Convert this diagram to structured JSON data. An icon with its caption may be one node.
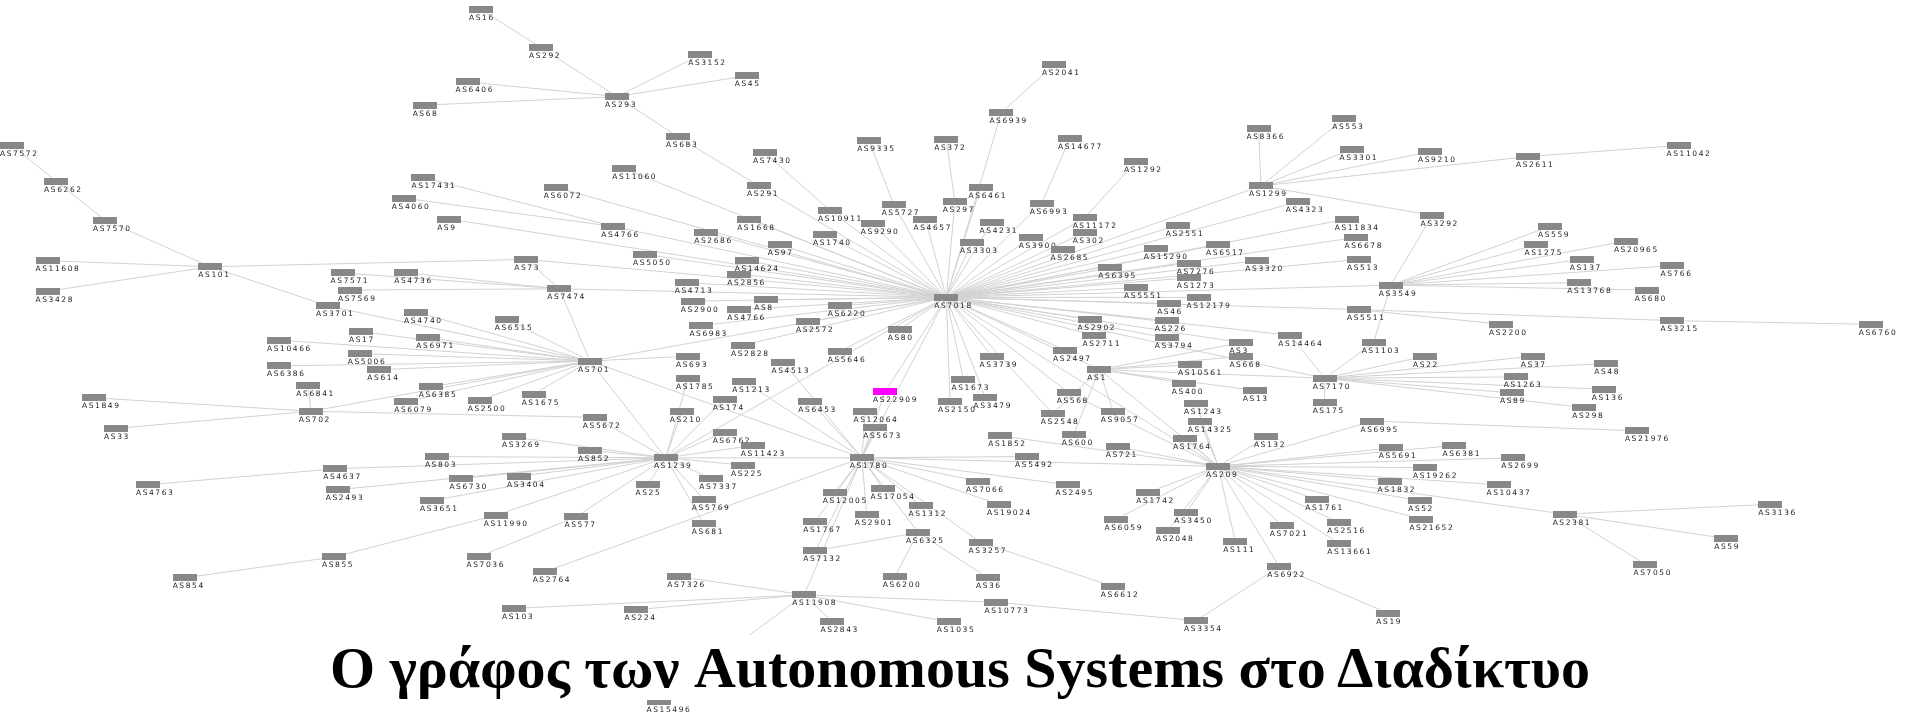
{
  "diagram": {
    "title": "Ο γράφος των Autonomous Systems στο Διαδίκτυο",
    "nodes": [
      {
        "text": [
          "AS7018"
        ]
      },
      {
        "text": [
          "AS16"
        ]
      },
      {
        "text": [
          "AS292"
        ]
      },
      {
        "text": [
          "AS3152"
        ]
      },
      {
        "text": [
          "AS6406"
        ]
      },
      {
        "text": [
          "AS45"
        ]
      },
      {
        "text": [
          "AS68"
        ]
      },
      {
        "text": [
          "AS293"
        ]
      },
      {
        "text": [
          "AS2041"
        ]
      },
      {
        "text": [
          "AS6939"
        ]
      },
      {
        "text": [
          "AS683"
        ]
      },
      {
        "text": [
          "AS7430"
        ]
      },
      {
        "text": [
          "AS9335"
        ]
      },
      {
        "text": [
          "AS372"
        ]
      },
      {
        "text": [
          "AS14677"
        ]
      },
      {
        "text": [
          "AS1292"
        ]
      },
      {
        "text": [
          "AS8366"
        ]
      },
      {
        "text": [
          "AS553"
        ]
      },
      {
        "text": [
          "AS3301"
        ]
      },
      {
        "text": [
          "AS9210"
        ]
      },
      {
        "text": [
          "AS2611"
        ]
      },
      {
        "text": [
          "AS11042"
        ]
      },
      {
        "text": [
          "AS7572"
        ]
      },
      {
        "text": [
          "AS6262"
        ]
      },
      {
        "text": [
          "AS7570"
        ]
      },
      {
        "text": [
          "AS11608"
        ]
      },
      {
        "text": [
          "AS3428"
        ]
      },
      {
        "text": [
          "AS101"
        ]
      },
      {
        "text": [
          "AS17431"
        ]
      },
      {
        "text": [
          "AS4060"
        ]
      },
      {
        "text": [
          "AS9"
        ]
      },
      {
        "text": [
          "AS6072"
        ]
      },
      {
        "text": [
          "AS11060"
        ]
      },
      {
        "text": [
          "AS4766"
        ]
      },
      {
        "text": [
          "AS291"
        ]
      },
      {
        "text": [
          "AS1668"
        ]
      },
      {
        "text": [
          "AS2686"
        ]
      },
      {
        "text": [
          "AS10911"
        ]
      },
      {
        "text": [
          "AS5727"
        ]
      },
      {
        "text": [
          "AS9290"
        ]
      },
      {
        "text": [
          "AS4657"
        ]
      },
      {
        "text": [
          "AS297"
        ]
      },
      {
        "text": [
          "AS6461"
        ]
      },
      {
        "text": [
          "AS4231"
        ]
      },
      {
        "text": [
          "AS6993"
        ]
      },
      {
        "text": [
          "AS11172"
        ]
      },
      {
        "text": [
          "AS302"
        ]
      },
      {
        "text": [
          "AS3900"
        ]
      },
      {
        "text": [
          "AS3303"
        ]
      },
      {
        "text": [
          "AS1740"
        ]
      },
      {
        "text": [
          "AS97"
        ]
      },
      {
        "text": [
          "AS5050"
        ]
      },
      {
        "text": [
          "AS14624"
        ]
      },
      {
        "text": [
          "AS2856"
        ]
      },
      {
        "text": [
          "AS2685"
        ]
      },
      {
        "text": [
          "AS2551"
        ]
      },
      {
        "text": [
          "AS6517"
        ]
      },
      {
        "text": [
          "AS15290"
        ]
      },
      {
        "text": [
          "AS6395"
        ]
      },
      {
        "text": [
          "AS7276"
        ]
      },
      {
        "text": [
          "AS1273"
        ]
      },
      {
        "text": [
          "AS5551"
        ]
      },
      {
        "text": [
          "AS12179"
        ]
      },
      {
        "text": [
          "AS3320"
        ]
      },
      {
        "text": [
          "AS1299"
        ]
      },
      {
        "text": [
          "AS4323"
        ]
      },
      {
        "text": [
          "AS11834"
        ]
      },
      {
        "text": [
          "AS6678"
        ]
      },
      {
        "text": [
          "AS3292"
        ]
      },
      {
        "text": [
          "AS513"
        ]
      },
      {
        "text": [
          "AS559"
        ]
      },
      {
        "text": [
          "AS1275"
        ]
      },
      {
        "text": [
          "AS20965"
        ]
      },
      {
        "text": [
          "AS137"
        ]
      },
      {
        "text": [
          "AS766"
        ]
      },
      {
        "text": [
          "AS13768"
        ]
      },
      {
        "text": [
          "AS680"
        ]
      },
      {
        "text": [
          "AS3549"
        ]
      },
      {
        "text": [
          "AS5511"
        ]
      },
      {
        "text": [
          "AS2200"
        ]
      },
      {
        "text": [
          "AS3215"
        ]
      },
      {
        "text": [
          "AS6760"
        ]
      },
      {
        "text": [
          "AS1103"
        ]
      },
      {
        "text": [
          "AS14464"
        ]
      },
      {
        "text": [
          "AS73"
        ]
      },
      {
        "text": [
          "AS7474"
        ]
      },
      {
        "text": [
          "AS7571"
        ]
      },
      {
        "text": [
          "AS4736"
        ]
      },
      {
        "text": [
          "AS7569"
        ]
      },
      {
        "text": [
          "AS3701"
        ]
      },
      {
        "text": [
          "AS4740"
        ]
      },
      {
        "text": [
          "AS6515"
        ]
      },
      {
        "text": [
          "AS17"
        ]
      },
      {
        "text": [
          "AS6971"
        ]
      },
      {
        "text": [
          "AS10466"
        ]
      },
      {
        "text": [
          "AS5006"
        ]
      },
      {
        "text": [
          "AS6386"
        ]
      },
      {
        "text": [
          "AS614"
        ]
      },
      {
        "text": [
          "AS6841"
        ]
      },
      {
        "text": [
          "AS6385"
        ]
      },
      {
        "text": [
          "AS6079"
        ]
      },
      {
        "text": [
          "AS2500"
        ]
      },
      {
        "text": [
          "AS1675"
        ]
      },
      {
        "text": [
          "AS701"
        ]
      },
      {
        "text": [
          "AS1849"
        ]
      },
      {
        "text": [
          "AS702"
        ]
      },
      {
        "text": [
          "AS33"
        ]
      },
      {
        "text": [
          "AS5672"
        ]
      },
      {
        "text": [
          "AS3269"
        ]
      },
      {
        "text": [
          "AS803"
        ]
      },
      {
        "text": [
          "AS852"
        ]
      },
      {
        "text": [
          "AS4637"
        ]
      },
      {
        "text": [
          "AS4763"
        ]
      },
      {
        "text": [
          "AS6730"
        ]
      },
      {
        "text": [
          "AS3404"
        ]
      },
      {
        "text": [
          "AS2493"
        ]
      },
      {
        "text": [
          "AS3651"
        ]
      },
      {
        "text": [
          "AS11990"
        ]
      },
      {
        "text": [
          "AS577"
        ]
      },
      {
        "text": [
          "AS855"
        ]
      },
      {
        "text": [
          "AS854"
        ]
      },
      {
        "text": [
          "AS7036"
        ]
      },
      {
        "text": [
          "AS2764"
        ]
      },
      {
        "text": [
          "AS103"
        ]
      },
      {
        "text": [
          "AS4713"
        ]
      },
      {
        "text": [
          "AS2900"
        ]
      },
      {
        "text": [
          "AS8"
        ]
      },
      {
        "text": [
          "AS4766"
        ]
      },
      {
        "text": [
          "AS6220"
        ]
      },
      {
        "text": [
          "AS6983"
        ]
      },
      {
        "text": [
          "AS2572"
        ]
      },
      {
        "text": [
          "AS80"
        ]
      },
      {
        "text": [
          "AS2828"
        ]
      },
      {
        "text": [
          "AS5646"
        ]
      },
      {
        "text": [
          "AS693"
        ]
      },
      {
        "text": [
          "AS4513"
        ]
      },
      {
        "text": [
          "AS1785"
        ]
      },
      {
        "text": [
          "AS1213"
        ]
      },
      {
        "text": [
          "AS22909"
        ]
      },
      {
        "text": [
          "AS174"
        ]
      },
      {
        "text": [
          "AS6453"
        ]
      },
      {
        "text": [
          "AS12064"
        ]
      },
      {
        "text": [
          "AS210"
        ]
      },
      {
        "text": [
          "AS5673"
        ]
      },
      {
        "text": [
          "AS6762"
        ]
      },
      {
        "text": [
          "AS11423"
        ]
      },
      {
        "text": [
          "AS1239"
        ]
      },
      {
        "text": [
          "AS225"
        ]
      },
      {
        "text": [
          "AS25"
        ]
      },
      {
        "text": [
          "AS7337"
        ]
      },
      {
        "text": [
          "AS5769"
        ]
      },
      {
        "text": [
          "AS681"
        ]
      },
      {
        "text": [
          "AS1780"
        ]
      },
      {
        "text": [
          "AS12005"
        ]
      },
      {
        "text": [
          "AS17054"
        ]
      },
      {
        "text": [
          "AS1312"
        ]
      },
      {
        "text": [
          "AS2901"
        ]
      },
      {
        "text": [
          "AS1767"
        ]
      },
      {
        "text": [
          "AS7132"
        ]
      },
      {
        "text": [
          "AS6325"
        ]
      },
      {
        "text": [
          "AS3257"
        ]
      },
      {
        "text": [
          "AS7326"
        ]
      },
      {
        "text": [
          "AS6200"
        ]
      },
      {
        "text": [
          "AS36"
        ]
      },
      {
        "text": [
          "AS11908"
        ]
      },
      {
        "text": [
          "AS224"
        ]
      },
      {
        "text": [
          "AS2843"
        ]
      },
      {
        "text": [
          "AS1035"
        ]
      },
      {
        "text": [
          "AS10773"
        ]
      },
      {
        "text": [
          "AS6612"
        ]
      },
      {
        "text": [
          "AS3354"
        ]
      },
      {
        "text": [
          "AS15496"
        ]
      },
      {
        "text": [
          "AS19024"
        ]
      },
      {
        "text": [
          "AS9057"
        ]
      },
      {
        "text": [
          "AS3739"
        ]
      },
      {
        "text": [
          "AS1673"
        ]
      },
      {
        "text": [
          "AS3479"
        ]
      },
      {
        "text": [
          "AS2150"
        ]
      },
      {
        "text": [
          "AS568"
        ]
      },
      {
        "text": [
          "AS2548"
        ]
      },
      {
        "text": [
          "AS1852"
        ]
      },
      {
        "text": [
          "AS600"
        ]
      },
      {
        "text": [
          "AS5492"
        ]
      },
      {
        "text": [
          "AS7066"
        ]
      },
      {
        "text": [
          "AS2495"
        ]
      },
      {
        "text": [
          "AS721"
        ]
      },
      {
        "text": [
          "AS1"
        ]
      },
      {
        "text": [
          "AS2902"
        ]
      },
      {
        "text": [
          "AS2711"
        ]
      },
      {
        "text": [
          "AS2497"
        ]
      },
      {
        "text": [
          "AS46"
        ]
      },
      {
        "text": [
          "AS226"
        ]
      },
      {
        "text": [
          "AS3794"
        ]
      },
      {
        "text": [
          "AS3"
        ]
      },
      {
        "text": [
          "AS668"
        ]
      },
      {
        "text": [
          "AS10561"
        ]
      },
      {
        "text": [
          "AS400"
        ]
      },
      {
        "text": [
          "AS13"
        ]
      },
      {
        "text": [
          "AS1243"
        ]
      },
      {
        "text": [
          "AS14325"
        ]
      },
      {
        "text": [
          "AS1764"
        ]
      },
      {
        "text": [
          "AS132"
        ]
      },
      {
        "text": [
          "AS209"
        ]
      },
      {
        "text": [
          "AS1742"
        ]
      },
      {
        "text": [
          "AS6059"
        ]
      },
      {
        "text": [
          "AS3450"
        ]
      },
      {
        "text": [
          "AS2048"
        ]
      },
      {
        "text": [
          "AS111"
        ]
      },
      {
        "text": [
          "AS7021"
        ]
      },
      {
        "text": [
          "AS6922"
        ]
      },
      {
        "text": [
          "AS19"
        ]
      },
      {
        "text": [
          "AS22"
        ]
      },
      {
        "text": [
          "AS37"
        ]
      },
      {
        "text": [
          "AS48"
        ]
      },
      {
        "text": [
          "AS1263"
        ]
      },
      {
        "text": [
          "AS136"
        ]
      },
      {
        "text": [
          "AS89"
        ]
      },
      {
        "text": [
          "AS298"
        ]
      },
      {
        "text": [
          "AS7170"
        ]
      },
      {
        "text": [
          "AS175"
        ]
      },
      {
        "text": [
          "AS6995"
        ]
      },
      {
        "text": [
          "AS21976"
        ]
      },
      {
        "text": [
          "AS5691"
        ]
      },
      {
        "text": [
          "AS6381"
        ]
      },
      {
        "text": [
          "AS2699"
        ]
      },
      {
        "text": [
          "AS19262"
        ]
      },
      {
        "text": [
          "AS1832"
        ]
      },
      {
        "text": [
          "AS10437"
        ]
      },
      {
        "text": [
          "AS1761"
        ]
      },
      {
        "text": [
          "AS52"
        ]
      },
      {
        "text": [
          "AS2516"
        ]
      },
      {
        "text": [
          "AS21652"
        ]
      },
      {
        "text": [
          "AS13661"
        ]
      },
      {
        "text": [
          "AS2381"
        ]
      },
      {
        "text": [
          "AS3136"
        ]
      },
      {
        "text": [
          "AS59"
        ]
      },
      {
        "text": [
          "AS7050"
        ]
      }
    ],
    "edges": [
      {
        "from": 0,
        "to": 34,
        "arrow": "none"
      },
      {
        "from": 0,
        "to": 35,
        "arrow": "none"
      },
      {
        "from": 0,
        "to": 36,
        "arrow": "none"
      },
      {
        "from": 0,
        "to": 37,
        "arrow": "none"
      },
      {
        "from": 0,
        "to": 38,
        "arrow": "none"
      },
      {
        "from": 0,
        "to": 39,
        "arrow": "none"
      },
      {
        "from": 0,
        "to": 40,
        "arrow": "none"
      },
      {
        "from": 0,
        "to": 41,
        "arrow": "none"
      },
      {
        "from": 0,
        "to": 42,
        "arrow": "none"
      },
      {
        "from": 0,
        "to": 43,
        "arrow": "none"
      },
      {
        "from": 0,
        "to": 44,
        "arrow": "none"
      },
      {
        "from": 0,
        "to": 45,
        "arrow": "none"
      },
      {
        "from": 0,
        "to": 46,
        "arrow": "none"
      },
      {
        "from": 0,
        "to": 47,
        "arrow": "none"
      },
      {
        "from": 0,
        "to": 48,
        "arrow": "none"
      },
      {
        "from": 0,
        "to": 49,
        "arrow": "none"
      },
      {
        "from": 0,
        "to": 50,
        "arrow": "none"
      },
      {
        "from": 0,
        "to": 51,
        "arrow": "none"
      },
      {
        "from": 0,
        "to": 52,
        "arrow": "none"
      },
      {
        "from": 0,
        "to": 53,
        "arrow": "none"
      },
      {
        "from": 0,
        "to": 54,
        "arrow": "none"
      },
      {
        "from": 0,
        "to": 55,
        "arrow": "none"
      },
      {
        "from": 0,
        "to": 56,
        "arrow": "none"
      },
      {
        "from": 0,
        "to": 57,
        "arrow": "none"
      },
      {
        "from": 0,
        "to": 58,
        "arrow": "none"
      },
      {
        "from": 0,
        "to": 59,
        "arrow": "none"
      },
      {
        "from": 0,
        "to": 60,
        "arrow": "none"
      },
      {
        "from": 0,
        "to": 61,
        "arrow": "none"
      },
      {
        "from": 0,
        "to": 62,
        "arrow": "none"
      },
      {
        "from": 0,
        "to": 63,
        "arrow": "none"
      },
      {
        "from": 0,
        "to": 64,
        "arrow": "none"
      },
      {
        "from": 0,
        "to": 65,
        "arrow": "none"
      },
      {
        "from": 0,
        "to": 66,
        "arrow": "none"
      },
      {
        "from": 0,
        "to": 67,
        "arrow": "none"
      },
      {
        "from": 0,
        "to": 69,
        "arrow": "none"
      },
      {
        "from": 0,
        "to": 77,
        "arrow": "none"
      },
      {
        "from": 0,
        "to": 78,
        "arrow": "none"
      },
      {
        "from": 0,
        "to": 30,
        "arrow": "none"
      },
      {
        "from": 0,
        "to": 31,
        "arrow": "none"
      },
      {
        "from": 0,
        "to": 32,
        "arrow": "none"
      },
      {
        "from": 0,
        "to": 33,
        "arrow": "none"
      },
      {
        "from": 0,
        "to": 84,
        "arrow": "none"
      },
      {
        "from": 0,
        "to": 85,
        "arrow": "none"
      },
      {
        "from": 0,
        "to": 124,
        "arrow": "none"
      },
      {
        "from": 0,
        "to": 125,
        "arrow": "none"
      },
      {
        "from": 0,
        "to": 126,
        "arrow": "none"
      },
      {
        "from": 0,
        "to": 127,
        "arrow": "none"
      },
      {
        "from": 0,
        "to": 128,
        "arrow": "none"
      },
      {
        "from": 0,
        "to": 129,
        "arrow": "none"
      },
      {
        "from": 0,
        "to": 130,
        "arrow": "none"
      },
      {
        "from": 0,
        "to": 131,
        "arrow": "none"
      },
      {
        "from": 0,
        "to": 132,
        "arrow": "none"
      },
      {
        "from": 0,
        "to": 133,
        "arrow": "none"
      },
      {
        "from": 0,
        "to": 138,
        "arrow": "none"
      },
      {
        "from": 0,
        "to": 174,
        "arrow": "none"
      },
      {
        "from": 0,
        "to": 175,
        "arrow": "none"
      },
      {
        "from": 0,
        "to": 176,
        "arrow": "none"
      },
      {
        "from": 0,
        "to": 177,
        "arrow": "none"
      },
      {
        "from": 0,
        "to": 178,
        "arrow": "none"
      },
      {
        "from": 0,
        "to": 179,
        "arrow": "none"
      },
      {
        "from": 0,
        "to": 152,
        "arrow": "none"
      },
      {
        "from": 0,
        "to": 146,
        "arrow": "none"
      },
      {
        "from": 0,
        "to": 103,
        "arrow": "none"
      },
      {
        "from": 0,
        "to": 187,
        "arrow": "none"
      },
      {
        "from": 0,
        "to": 188,
        "arrow": "none"
      },
      {
        "from": 0,
        "to": 189,
        "arrow": "none"
      },
      {
        "from": 0,
        "to": 190,
        "arrow": "none"
      },
      {
        "from": 0,
        "to": 191,
        "arrow": "none"
      },
      {
        "from": 0,
        "to": 192,
        "arrow": "none"
      },
      {
        "from": 0,
        "to": 186,
        "arrow": "none"
      },
      {
        "from": 0,
        "to": 193,
        "arrow": "none"
      },
      {
        "from": 0,
        "to": 83,
        "arrow": "none"
      },
      {
        "from": 0,
        "to": 202,
        "arrow": "none"
      },
      {
        "from": 0,
        "to": 218,
        "arrow": "none"
      },
      {
        "from": 0,
        "to": 9,
        "arrow": "none"
      },
      {
        "from": 9,
        "to": 8,
        "arrow": "none"
      },
      {
        "from": 12,
        "to": 38,
        "arrow": "none"
      },
      {
        "from": 13,
        "to": 41,
        "arrow": "none"
      },
      {
        "from": 14,
        "to": 44,
        "arrow": "none"
      },
      {
        "from": 15,
        "to": 45,
        "arrow": "none"
      },
      {
        "from": 11,
        "to": 37,
        "arrow": "none"
      },
      {
        "from": 7,
        "to": 10,
        "arrow": "none"
      },
      {
        "from": 10,
        "to": 34,
        "arrow": "none"
      },
      {
        "from": 2,
        "to": 1,
        "arrow": "none"
      },
      {
        "from": 7,
        "to": 2,
        "arrow": "none"
      },
      {
        "from": 7,
        "to": 3,
        "arrow": "none"
      },
      {
        "from": 7,
        "to": 5,
        "arrow": "none"
      },
      {
        "from": 7,
        "to": 4,
        "arrow": "none"
      },
      {
        "from": 7,
        "to": 6,
        "arrow": "none"
      },
      {
        "from": 28,
        "to": 33,
        "arrow": "none"
      },
      {
        "from": 29,
        "to": 33,
        "arrow": "none"
      },
      {
        "from": 64,
        "to": 16,
        "arrow": "none"
      },
      {
        "from": 64,
        "to": 17,
        "arrow": "none"
      },
      {
        "from": 64,
        "to": 18,
        "arrow": "none"
      },
      {
        "from": 64,
        "to": 19,
        "arrow": "none"
      },
      {
        "from": 64,
        "to": 20,
        "arrow": "none"
      },
      {
        "from": 64,
        "to": 68,
        "arrow": "none"
      },
      {
        "from": 20,
        "to": 21,
        "arrow": "none"
      },
      {
        "from": 68,
        "to": 77,
        "arrow": "none"
      },
      {
        "from": 77,
        "to": 70,
        "arrow": "none"
      },
      {
        "from": 77,
        "to": 71,
        "arrow": "none"
      },
      {
        "from": 77,
        "to": 72,
        "arrow": "none"
      },
      {
        "from": 77,
        "to": 73,
        "arrow": "none"
      },
      {
        "from": 77,
        "to": 74,
        "arrow": "none"
      },
      {
        "from": 77,
        "to": 75,
        "arrow": "none"
      },
      {
        "from": 77,
        "to": 76,
        "arrow": "none"
      },
      {
        "from": 77,
        "to": 82,
        "arrow": "none"
      },
      {
        "from": 78,
        "to": 79,
        "arrow": "none"
      },
      {
        "from": 78,
        "to": 80,
        "arrow": "none"
      },
      {
        "from": 80,
        "to": 81,
        "arrow": "none"
      },
      {
        "from": 27,
        "to": 24,
        "arrow": "none"
      },
      {
        "from": 27,
        "to": 25,
        "arrow": "none"
      },
      {
        "from": 27,
        "to": 26,
        "arrow": "none"
      },
      {
        "from": 27,
        "to": 89,
        "arrow": "none"
      },
      {
        "from": 27,
        "to": 84,
        "arrow": "none"
      },
      {
        "from": 24,
        "to": 23,
        "arrow": "none"
      },
      {
        "from": 23,
        "to": 22,
        "arrow": "none"
      },
      {
        "from": 85,
        "to": 86,
        "arrow": "none"
      },
      {
        "from": 85,
        "to": 87,
        "arrow": "none"
      },
      {
        "from": 85,
        "to": 88,
        "arrow": "none"
      },
      {
        "from": 84,
        "to": 85,
        "arrow": "none"
      },
      {
        "from": 85,
        "to": 103,
        "arrow": "none"
      },
      {
        "from": 103,
        "to": 89,
        "arrow": "none"
      },
      {
        "from": 103,
        "to": 90,
        "arrow": "none"
      },
      {
        "from": 103,
        "to": 91,
        "arrow": "none"
      },
      {
        "from": 103,
        "to": 92,
        "arrow": "none"
      },
      {
        "from": 103,
        "to": 93,
        "arrow": "none"
      },
      {
        "from": 103,
        "to": 94,
        "arrow": "none"
      },
      {
        "from": 103,
        "to": 95,
        "arrow": "none"
      },
      {
        "from": 103,
        "to": 96,
        "arrow": "none"
      },
      {
        "from": 103,
        "to": 97,
        "arrow": "none"
      },
      {
        "from": 103,
        "to": 99,
        "arrow": "none"
      },
      {
        "from": 103,
        "to": 100,
        "arrow": "none"
      },
      {
        "from": 103,
        "to": 101,
        "arrow": "none"
      },
      {
        "from": 103,
        "to": 102,
        "arrow": "none"
      },
      {
        "from": 103,
        "to": 146,
        "arrow": "none"
      },
      {
        "from": 103,
        "to": 152,
        "arrow": "none"
      },
      {
        "from": 103,
        "to": 134,
        "arrow": "none"
      },
      {
        "from": 105,
        "to": 104,
        "arrow": "none"
      },
      {
        "from": 105,
        "to": 106,
        "arrow": "none"
      },
      {
        "from": 105,
        "to": 98,
        "arrow": "none"
      },
      {
        "from": 105,
        "to": 107,
        "arrow": "none"
      },
      {
        "from": 105,
        "to": 103,
        "arrow": "none"
      },
      {
        "from": 146,
        "to": 110,
        "arrow": "none"
      },
      {
        "from": 146,
        "to": 108,
        "arrow": "none"
      },
      {
        "from": 146,
        "to": 109,
        "arrow": "none"
      },
      {
        "from": 146,
        "to": 111,
        "arrow": "none"
      },
      {
        "from": 146,
        "to": 113,
        "arrow": "none"
      },
      {
        "from": 146,
        "to": 114,
        "arrow": "none"
      },
      {
        "from": 146,
        "to": 115,
        "arrow": "none"
      },
      {
        "from": 146,
        "to": 116,
        "arrow": "none"
      },
      {
        "from": 146,
        "to": 117,
        "arrow": "none"
      },
      {
        "from": 146,
        "to": 118,
        "arrow": "none"
      },
      {
        "from": 146,
        "to": 148,
        "arrow": "none"
      },
      {
        "from": 146,
        "to": 147,
        "arrow": "none"
      },
      {
        "from": 146,
        "to": 145,
        "arrow": "none"
      },
      {
        "from": 146,
        "to": 144,
        "arrow": "none"
      },
      {
        "from": 146,
        "to": 142,
        "arrow": "none"
      },
      {
        "from": 146,
        "to": 136,
        "arrow": "none"
      },
      {
        "from": 146,
        "to": 139,
        "arrow": "none"
      },
      {
        "from": 146,
        "to": 152,
        "arrow": "none"
      },
      {
        "from": 146,
        "to": 149,
        "arrow": "none"
      },
      {
        "from": 146,
        "to": 150,
        "arrow": "none"
      },
      {
        "from": 146,
        "to": 151,
        "arrow": "none"
      },
      {
        "from": 146,
        "to": 107,
        "arrow": "none"
      },
      {
        "from": 111,
        "to": 112,
        "arrow": "none"
      },
      {
        "from": 117,
        "to": 119,
        "arrow": "none"
      },
      {
        "from": 119,
        "to": 120,
        "arrow": "none"
      },
      {
        "from": 118,
        "to": 121,
        "arrow": "none"
      },
      {
        "from": 122,
        "to": 152,
        "arrow": "none"
      },
      {
        "from": 123,
        "to": 164,
        "arrow": "none"
      },
      {
        "from": 152,
        "to": 140,
        "arrow": "none"
      },
      {
        "from": 152,
        "to": 141,
        "arrow": "none"
      },
      {
        "from": 152,
        "to": 143,
        "arrow": "none"
      },
      {
        "from": 152,
        "to": 138,
        "arrow": "none"
      },
      {
        "from": 152,
        "to": 137,
        "arrow": "none"
      },
      {
        "from": 152,
        "to": 135,
        "arrow": "none"
      },
      {
        "from": 152,
        "to": 153,
        "arrow": "none"
      },
      {
        "from": 152,
        "to": 154,
        "arrow": "none"
      },
      {
        "from": 152,
        "to": 155,
        "arrow": "none"
      },
      {
        "from": 152,
        "to": 156,
        "arrow": "none"
      },
      {
        "from": 152,
        "to": 157,
        "arrow": "none"
      },
      {
        "from": 152,
        "to": 164,
        "arrow": "none"
      },
      {
        "from": 152,
        "to": 159,
        "arrow": "none"
      },
      {
        "from": 152,
        "to": 160,
        "arrow": "none"
      },
      {
        "from": 152,
        "to": 183,
        "arrow": "none"
      },
      {
        "from": 152,
        "to": 172,
        "arrow": "none"
      },
      {
        "from": 152,
        "to": 184,
        "arrow": "none"
      },
      {
        "from": 152,
        "to": 182,
        "arrow": "none"
      },
      {
        "from": 152,
        "to": 202,
        "arrow": "none"
      },
      {
        "from": 152,
        "to": 158,
        "arrow": "none"
      },
      {
        "from": 159,
        "to": 158,
        "arrow": "none"
      },
      {
        "from": 159,
        "to": 162,
        "arrow": "none"
      },
      {
        "from": 159,
        "to": 163,
        "arrow": "none"
      },
      {
        "from": 164,
        "to": 161,
        "arrow": "none"
      },
      {
        "from": 164,
        "to": 165,
        "arrow": "none"
      },
      {
        "from": 164,
        "to": 166,
        "arrow": "none"
      },
      {
        "from": 164,
        "to": 167,
        "arrow": "none"
      },
      {
        "from": 164,
        "to": 171,
        "arrow": "none"
      },
      {
        "from": 164,
        "to": 168,
        "arrow": "none"
      },
      {
        "from": 160,
        "to": 169,
        "arrow": "none"
      },
      {
        "from": 168,
        "to": 170,
        "arrow": "none"
      },
      {
        "from": 170,
        "to": 209,
        "arrow": "none"
      },
      {
        "from": 186,
        "to": 179,
        "arrow": "none"
      },
      {
        "from": 186,
        "to": 173,
        "arrow": "none"
      },
      {
        "from": 186,
        "to": 195,
        "arrow": "none"
      },
      {
        "from": 186,
        "to": 196,
        "arrow": "none"
      },
      {
        "from": 186,
        "to": 197,
        "arrow": "none"
      },
      {
        "from": 186,
        "to": 193,
        "arrow": "none"
      },
      {
        "from": 186,
        "to": 194,
        "arrow": "none"
      },
      {
        "from": 186,
        "to": 181,
        "arrow": "none"
      },
      {
        "from": 186,
        "to": 202,
        "arrow": "none"
      },
      {
        "from": 186,
        "to": 218,
        "arrow": "none"
      },
      {
        "from": 202,
        "to": 203,
        "arrow": "none"
      },
      {
        "from": 202,
        "to": 204,
        "arrow": "none"
      },
      {
        "from": 202,
        "to": 205,
        "arrow": "none"
      },
      {
        "from": 202,
        "to": 206,
        "arrow": "none"
      },
      {
        "from": 202,
        "to": 207,
        "arrow": "none"
      },
      {
        "from": 202,
        "to": 208,
        "arrow": "none"
      },
      {
        "from": 202,
        "to": 209,
        "arrow": "none"
      },
      {
        "from": 202,
        "to": 228,
        "arrow": "none"
      },
      {
        "from": 202,
        "to": 230,
        "arrow": "none"
      },
      {
        "from": 202,
        "to": 232,
        "arrow": "none"
      },
      {
        "from": 202,
        "to": 229,
        "arrow": "none"
      },
      {
        "from": 202,
        "to": 231,
        "arrow": "none"
      },
      {
        "from": 202,
        "to": 226,
        "arrow": "none"
      },
      {
        "from": 202,
        "to": 227,
        "arrow": "none"
      },
      {
        "from": 202,
        "to": 225,
        "arrow": "none"
      },
      {
        "from": 202,
        "to": 224,
        "arrow": "none"
      },
      {
        "from": 202,
        "to": 223,
        "arrow": "none"
      },
      {
        "from": 202,
        "to": 222,
        "arrow": "none"
      },
      {
        "from": 202,
        "to": 233,
        "arrow": "none"
      },
      {
        "from": 202,
        "to": 201,
        "arrow": "none"
      },
      {
        "from": 202,
        "to": 200,
        "arrow": "none"
      },
      {
        "from": 202,
        "to": 199,
        "arrow": "none"
      },
      {
        "from": 202,
        "to": 198,
        "arrow": "none"
      },
      {
        "from": 202,
        "to": 185,
        "arrow": "none"
      },
      {
        "from": 202,
        "to": 178,
        "arrow": "none"
      },
      {
        "from": 202,
        "to": 220,
        "arrow": "none"
      },
      {
        "from": 202,
        "to": 180,
        "arrow": "none"
      },
      {
        "from": 209,
        "to": 210,
        "arrow": "none"
      },
      {
        "from": 233,
        "to": 234,
        "arrow": "none"
      },
      {
        "from": 233,
        "to": 235,
        "arrow": "none"
      },
      {
        "from": 233,
        "to": 236,
        "arrow": "none"
      },
      {
        "from": 218,
        "to": 211,
        "arrow": "none"
      },
      {
        "from": 218,
        "to": 212,
        "arrow": "none"
      },
      {
        "from": 218,
        "to": 213,
        "arrow": "none"
      },
      {
        "from": 218,
        "to": 214,
        "arrow": "none"
      },
      {
        "from": 218,
        "to": 215,
        "arrow": "none"
      },
      {
        "from": 218,
        "to": 216,
        "arrow": "none"
      },
      {
        "from": 218,
        "to": 217,
        "arrow": "none"
      },
      {
        "from": 218,
        "to": 219,
        "arrow": "none"
      },
      {
        "from": 218,
        "to": 82,
        "arrow": "none"
      },
      {
        "from": 218,
        "to": 83,
        "arrow": "none"
      },
      {
        "from": 220,
        "to": 221,
        "arrow": "none"
      }
    ]
  }
}
